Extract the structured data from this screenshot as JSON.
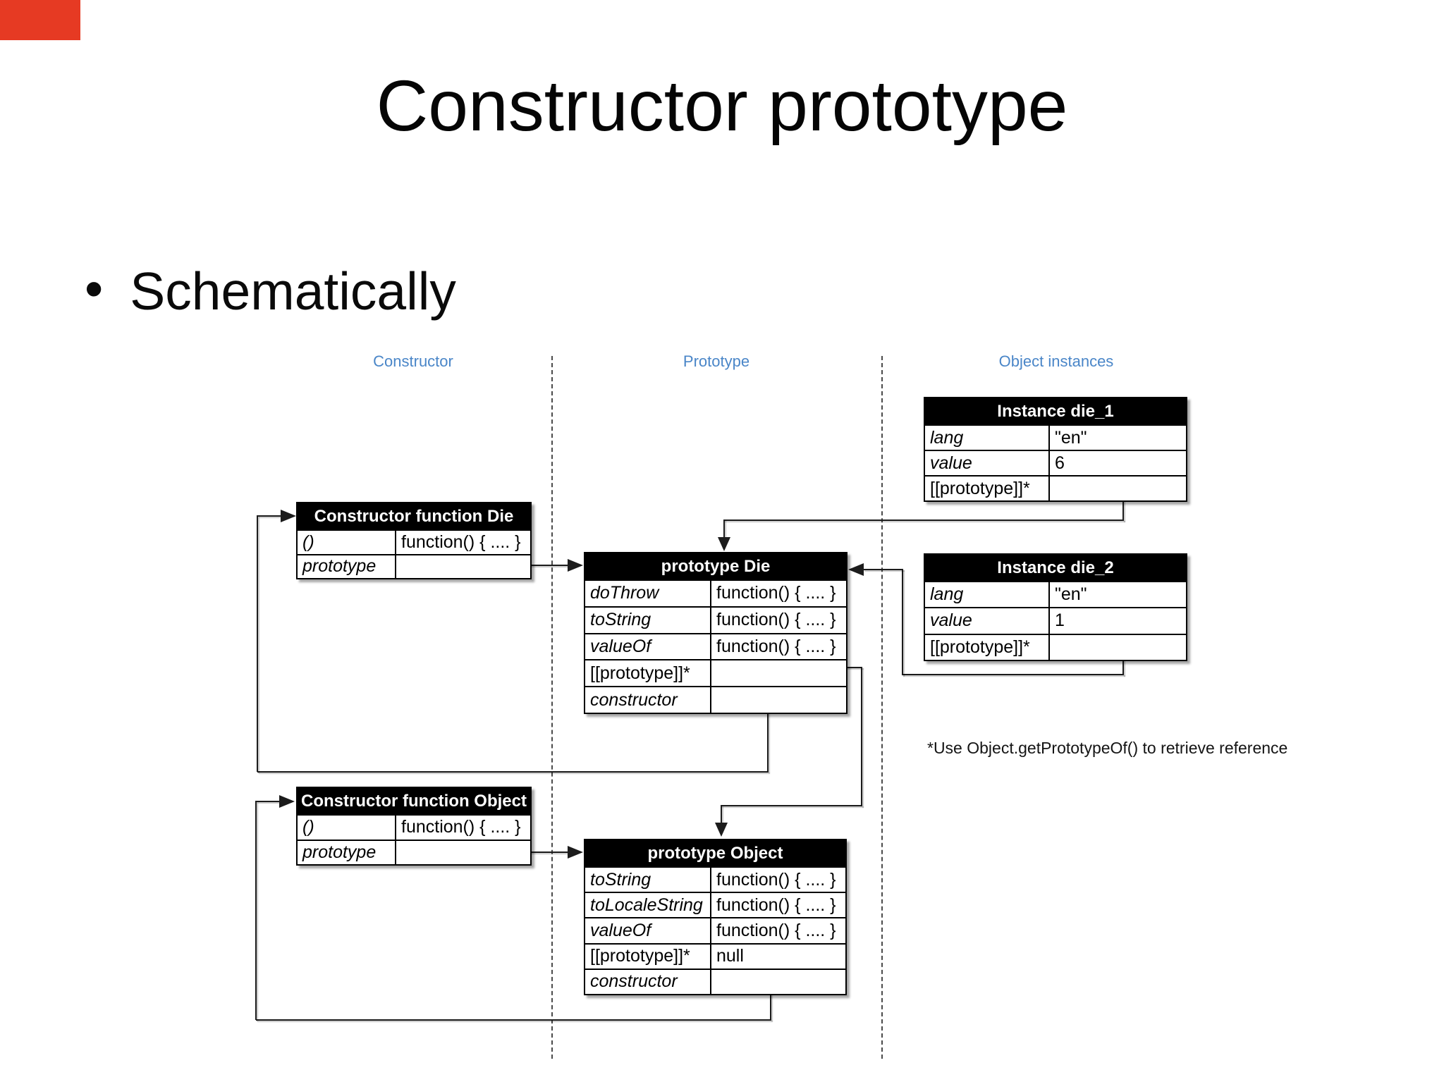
{
  "accent": {
    "corner_red": "#e63a23",
    "label_blue": "#4a86c8"
  },
  "slide": {
    "title": "Constructor prototype",
    "bullet_char": "•",
    "bullet_text": "Schematically"
  },
  "diagram": {
    "column_labels": {
      "constructor": "Constructor",
      "prototype": "Prototype",
      "object_instances": "Object instances"
    },
    "note": "*Use Object.getPrototypeOf() to retrieve reference",
    "tables": {
      "instance_die_1": {
        "title": "Instance die_1",
        "rows": [
          {
            "name": "lang",
            "value": "\"en\"",
            "italic": true
          },
          {
            "name": "value",
            "value": "6",
            "italic": true
          },
          {
            "name": "[[prototype]]*",
            "value": "",
            "italic": false
          }
        ]
      },
      "instance_die_2": {
        "title": "Instance die_2",
        "rows": [
          {
            "name": "lang",
            "value": "\"en\"",
            "italic": true
          },
          {
            "name": "value",
            "value": "1",
            "italic": true
          },
          {
            "name": "[[prototype]]*",
            "value": "",
            "italic": false
          }
        ]
      },
      "constructor_function_die": {
        "title": "Constructor function Die",
        "rows": [
          {
            "name": "()",
            "value": "function() { .... }",
            "italic": true
          },
          {
            "name": "prototype",
            "value": "",
            "italic": true
          }
        ]
      },
      "prototype_die": {
        "title": "prototype Die",
        "rows": [
          {
            "name": "doThrow",
            "value": "function() { .... }",
            "italic": true
          },
          {
            "name": "toString",
            "value": "function() { .... }",
            "italic": true
          },
          {
            "name": "valueOf",
            "value": "function() { .... }",
            "italic": true
          },
          {
            "name": "[[prototype]]*",
            "value": "",
            "italic": false
          },
          {
            "name": "constructor",
            "value": "",
            "italic": true
          }
        ]
      },
      "constructor_function_object": {
        "title": "Constructor function Object",
        "rows": [
          {
            "name": "()",
            "value": "function() { .... }",
            "italic": true
          },
          {
            "name": "prototype",
            "value": "",
            "italic": true
          }
        ]
      },
      "prototype_object": {
        "title": "prototype Object",
        "rows": [
          {
            "name": "toString",
            "value": "function() { .... }",
            "italic": true
          },
          {
            "name": "toLocaleString",
            "value": "function() { .... }",
            "italic": true
          },
          {
            "name": "valueOf",
            "value": "function() { .... }",
            "italic": true
          },
          {
            "name": "[[prototype]]*",
            "value": "null",
            "italic": false
          },
          {
            "name": "constructor",
            "value": "",
            "italic": true
          }
        ]
      }
    }
  }
}
